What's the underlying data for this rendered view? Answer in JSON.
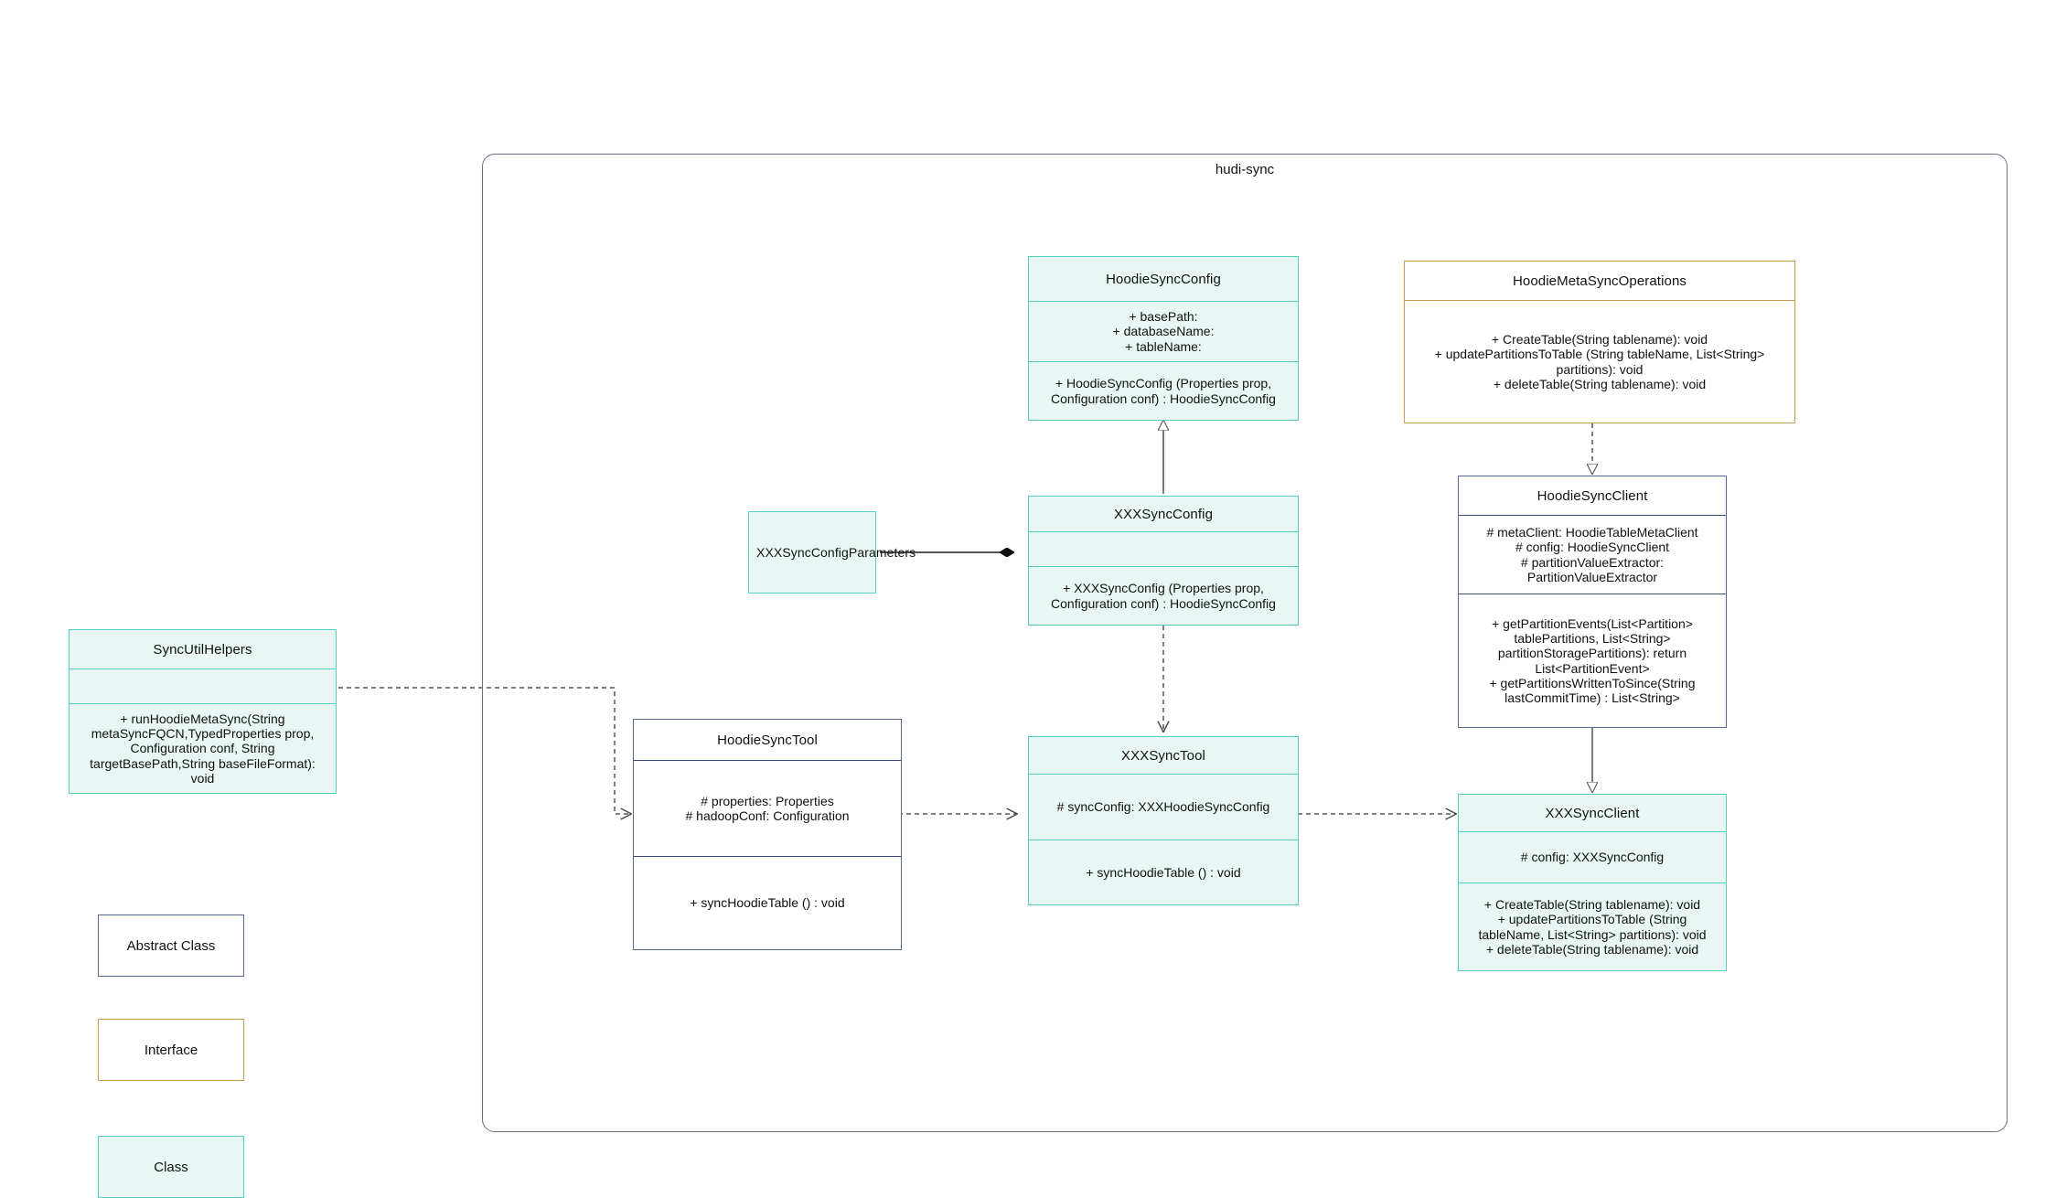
{
  "package": {
    "title": "hudi-sync"
  },
  "legend": [
    {
      "label": "Abstract Class",
      "kind": "abstract"
    },
    {
      "label": "Interface",
      "kind": "interface"
    },
    {
      "label": "Class",
      "kind": "class"
    }
  ],
  "colors": {
    "class_fill": "#e9f7f4",
    "class_border": "#54cdc2",
    "abstract_fill": "#ffffff",
    "abstract_border": "#5c6499",
    "interface_fill": "#ffffff",
    "interface_border": "#cc9a50",
    "package_border": "#6b6f86",
    "connector": "#6f6f6f",
    "text": "#111111"
  },
  "classes": {
    "hoodie_sync_config": {
      "name": "HoodieSyncConfig",
      "kind": "class",
      "attributes": [
        "+    basePath:",
        "+   databaseName:",
        "+    tableName:"
      ],
      "methods": [
        "+   HoodieSyncConfig (Properties prop,",
        "Configuration conf) : HoodieSyncConfig"
      ]
    },
    "hoodie_meta_sync_operations": {
      "name": "HoodieMetaSyncOperations",
      "kind": "interface",
      "attributes": [],
      "methods": [
        "+     CreateTable(String tablename): void",
        "+    updatePartitionsToTable (String tableName, List<String>",
        "partitions): void",
        "+     deleteTable(String tablename): void"
      ]
    },
    "xxx_sync_config": {
      "name": "XXXSyncConfig",
      "kind": "class",
      "attributes": [],
      "methods": [
        "+   XXXSyncConfig (Properties prop,",
        "Configuration conf) : HoodieSyncConfig"
      ]
    },
    "xxx_sync_config_parameters": {
      "name": "XXXSyncConfigParameters",
      "kind": "class",
      "attributes": [],
      "methods": []
    },
    "hoodie_sync_client": {
      "name": "HoodieSyncClient",
      "kind": "abstract",
      "attributes": [
        "#   metaClient: HoodieTableMetaClient",
        "#   config: HoodieSyncClient",
        "#    partitionValueExtractor:",
        "PartitionValueExtractor"
      ],
      "methods": [
        "+   getPartitionEvents(List<Partition>",
        "tablePartitions, List<String>",
        "partitionStoragePartitions): return",
        "List<PartitionEvent>",
        "+   getPartitionsWrittenToSince(String",
        "lastCommitTime) : List<String>"
      ]
    },
    "sync_util_helpers": {
      "name": "SyncUtilHelpers",
      "kind": "class",
      "attributes": [],
      "methods": [
        "+      runHoodieMetaSync(String",
        "metaSyncFQCN,TypedProperties prop,",
        "Configuration conf, String",
        "targetBasePath,String baseFileFormat): void"
      ]
    },
    "hoodie_sync_tool": {
      "name": "HoodieSyncTool",
      "kind": "abstract",
      "attributes": [
        "#   properties: Properties",
        "#   hadoopConf: Configuration"
      ],
      "methods": [
        "+   syncHoodieTable () : void"
      ]
    },
    "xxx_sync_tool": {
      "name": "XXXSyncTool",
      "kind": "class",
      "attributes": [
        "#   syncConfig: XXXHoodieSyncConfig"
      ],
      "methods": [
        "+   syncHoodieTable () : void"
      ]
    },
    "xxx_sync_client": {
      "name": "XXXSyncClient",
      "kind": "class",
      "attributes": [
        "#    config: XXXSyncConfig"
      ],
      "methods": [
        "+    CreateTable(String tablename): void",
        "+    updatePartitionsToTable (String",
        "tableName, List<String> partitions): void",
        "+   deleteTable(String tablename): void"
      ]
    }
  },
  "relationships": [
    {
      "from": "xxx_sync_config",
      "to": "hoodie_sync_config",
      "type": "generalization"
    },
    {
      "from": "xxx_sync_config_parameters",
      "to": "xxx_sync_config",
      "type": "composition"
    },
    {
      "from": "hoodie_meta_sync_operations",
      "to": "hoodie_sync_client",
      "type": "realization"
    },
    {
      "from": "hoodie_sync_client",
      "to": "xxx_sync_client",
      "type": "generalization"
    },
    {
      "from": "xxx_sync_config",
      "to": "xxx_sync_tool",
      "type": "dependency"
    },
    {
      "from": "sync_util_helpers",
      "to": "hoodie_sync_tool",
      "type": "dependency"
    },
    {
      "from": "hoodie_sync_tool",
      "to": "xxx_sync_tool",
      "type": "dependency"
    },
    {
      "from": "xxx_sync_tool",
      "to": "xxx_sync_client",
      "type": "dependency"
    }
  ]
}
